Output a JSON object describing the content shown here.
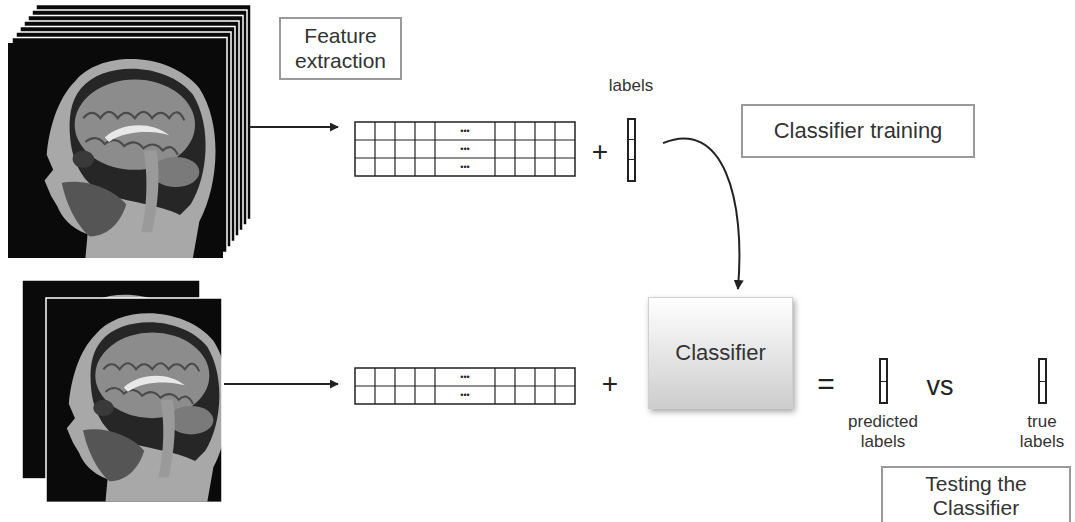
{
  "diagram": {
    "nodes": [
      {
        "text": [
          "Feature extraction"
        ]
      },
      {
        "text": [
          "labels"
        ]
      },
      {
        "text": [
          "Classifier training"
        ]
      },
      {
        "text": [
          "Classifier"
        ]
      },
      {
        "text": [
          "predicted labels"
        ]
      },
      {
        "text": [
          "true labels"
        ]
      },
      {
        "text": [
          "Testing the Classifier"
        ]
      }
    ],
    "edges": [
      {
        "from": 1,
        "to": 3,
        "arrow": "to"
      }
    ],
    "labels": [
      "•••",
      "•••",
      "•••",
      "+",
      "•••",
      "•••",
      "+",
      "=",
      "vs"
    ]
  }
}
